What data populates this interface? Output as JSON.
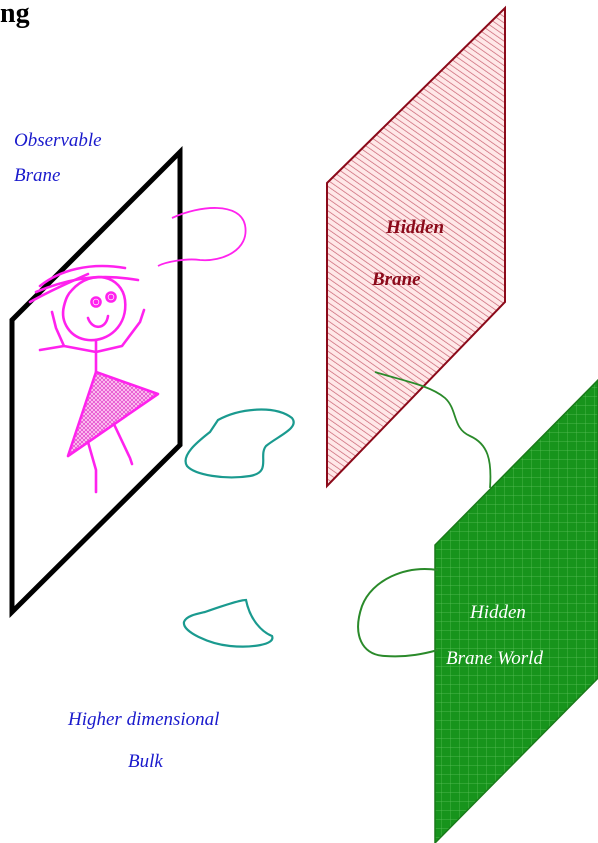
{
  "title_fragment": "ng",
  "labels": {
    "observable_line1": "Observable",
    "observable_line2": "Brane",
    "hidden_line1": "Hidden",
    "hidden_line2": "Brane",
    "brane_world_line1": "Hidden",
    "brane_world_line2": "Brane World",
    "bulk_line1": "Higher dimensional",
    "bulk_line2": "Bulk"
  },
  "colors": {
    "observable_brane": "#000000",
    "hidden_brane": "#8b0a1a",
    "hidden_brane_world": "#1a9a1a",
    "figure": "#ff22ee",
    "string_loop": "#1a9a8f",
    "open_string": "#2a8a2a",
    "label_blue": "#1a1acc"
  }
}
